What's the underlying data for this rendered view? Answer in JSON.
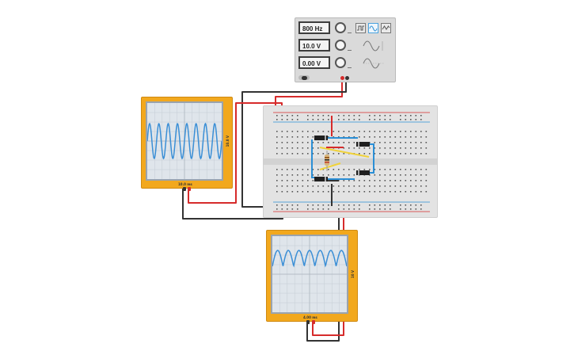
{
  "function_generator": {
    "frequency": "800 Hz",
    "amplitude": "10.0 V",
    "dc_offset": "0.00 V",
    "waveforms": [
      {
        "icon": "square-wave-icon",
        "selected": false
      },
      {
        "icon": "sine-wave-icon",
        "selected": true
      },
      {
        "icon": "triangle-wave-icon",
        "selected": false
      }
    ]
  },
  "oscilloscope_left": {
    "time_per_div": "10.0 ms",
    "volts_per_div": "10.0 V",
    "trace": "sine"
  },
  "oscilloscope_bottom": {
    "time_per_div": "4.00 ms",
    "volts_per_div": "10 V",
    "trace": "full-wave rectified"
  },
  "colors": {
    "scope_body": "#f2a81d",
    "trace": "#3b8fd6",
    "wire_red": "#d62b2b",
    "wire_black": "#333333",
    "wire_blue": "#2b8fd6",
    "wire_yellow": "#f0d23a"
  }
}
